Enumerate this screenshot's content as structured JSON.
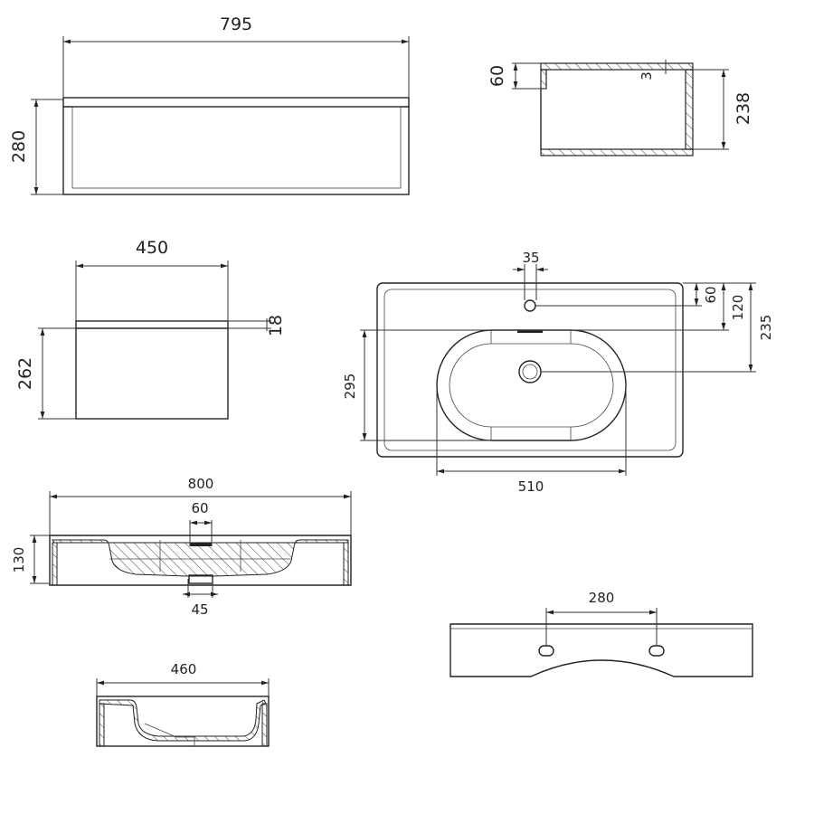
{
  "views": {
    "cabinet_front": {
      "width": "795",
      "height": "280"
    },
    "cabinet_section": {
      "top_lip": "60",
      "gap": "3",
      "inner_height": "238"
    },
    "cabinet_side": {
      "depth": "450",
      "height": "262",
      "board": "18"
    },
    "basin_top": {
      "tap_hole": "35",
      "tap_offset": "60",
      "bowl_offset": "120",
      "drain_offset": "235",
      "bowl_depth": "295",
      "bowl_width": "510"
    },
    "basin_front_section": {
      "width": "800",
      "overflow": "60",
      "drain": "45",
      "height": "130"
    },
    "basin_side_section": {
      "depth": "460"
    },
    "bracket": {
      "hole_spacing": "280"
    }
  },
  "colors": {
    "line": "#222222",
    "background": "#ffffff"
  }
}
